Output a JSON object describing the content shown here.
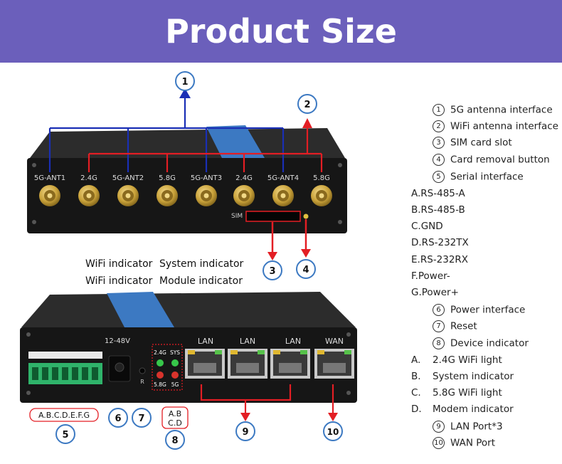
{
  "title": "Product Size",
  "top_ports": [
    "5G-ANT1",
    "2.4G",
    "5G-ANT2",
    "5.8G",
    "5G-ANT3",
    "2.4G",
    "5G-ANT4",
    "5.8G"
  ],
  "sim_label": "SIM",
  "indicator_labels": {
    "row1_left": "WiFi indicator",
    "row1_right": "System indicator",
    "row2_left": "WiFi indicator",
    "row2_right": "Module indicator"
  },
  "bottom": {
    "voltage": "12-48V",
    "reset_mark": "R",
    "led_labels": [
      "2.4G",
      "SYS",
      "5.8G",
      "5G"
    ],
    "ports": [
      "LAN",
      "LAN",
      "LAN",
      "WAN"
    ],
    "serial_box": "A.B.C.D.E.F.G",
    "device_box_line1": "A.B",
    "device_box_line2": "C.D"
  },
  "callouts": [
    "1",
    "2",
    "3",
    "4",
    "5",
    "6",
    "7",
    "8",
    "9",
    "10"
  ],
  "legend": [
    {
      "num": "1",
      "text": "5G antenna interface"
    },
    {
      "num": "2",
      "text": "WiFi antenna interface"
    },
    {
      "num": "3",
      "text": "SIM card slot"
    },
    {
      "num": "4",
      "text": "Card removal button"
    },
    {
      "num": "5",
      "text": "Serial interface"
    }
  ],
  "serial_items": [
    "A.RS-485-A",
    "B.RS-485-B",
    "C.GND",
    "D.RS-232TX",
    "E.RS-232RX",
    "F.Power-",
    "G.Power+"
  ],
  "legend2": [
    {
      "num": "6",
      "text": "Power interface"
    },
    {
      "num": "7",
      "text": "Reset"
    },
    {
      "num": "8",
      "text": "Device indicator"
    }
  ],
  "device_items": [
    {
      "letter": "A.",
      "text": "2.4G WiFi light"
    },
    {
      "letter": "B.",
      "text": "System indicator"
    },
    {
      "letter": "C.",
      "text": "5.8G WiFi light"
    },
    {
      "letter": "D.",
      "text": "Modem indicator"
    }
  ],
  "legend3": [
    {
      "num": "9",
      "text": "LAN Port*3"
    },
    {
      "num": "10",
      "text": "WAN Port"
    }
  ],
  "colors": {
    "banner": "#6b5fbb",
    "blue_line": "#1a2fb5",
    "red_line": "#e31e24",
    "gold": "#c9a23a",
    "device": "#1e1e1e"
  }
}
